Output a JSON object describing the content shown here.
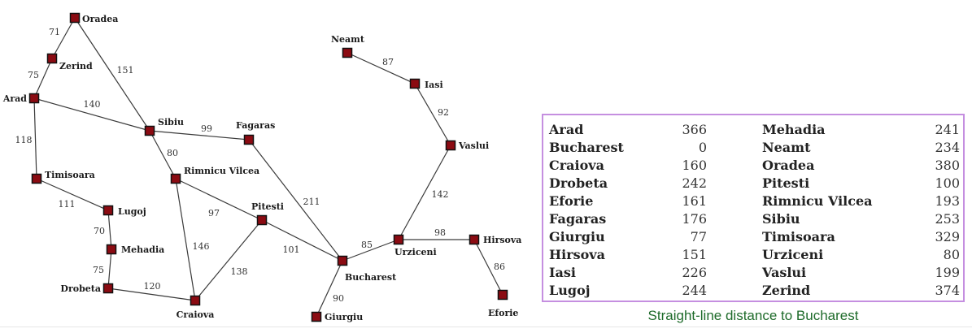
{
  "map": {
    "cities": [
      {
        "id": "oradea",
        "name": "Oradea"
      },
      {
        "id": "zerind",
        "name": "Zerind"
      },
      {
        "id": "arad",
        "name": "Arad"
      },
      {
        "id": "timisoara",
        "name": "Timisoara"
      },
      {
        "id": "lugoj",
        "name": "Lugoj"
      },
      {
        "id": "mehadia",
        "name": "Mehadia"
      },
      {
        "id": "drobeta",
        "name": "Drobeta"
      },
      {
        "id": "craiova",
        "name": "Craiova"
      },
      {
        "id": "sibiu",
        "name": "Sibiu"
      },
      {
        "id": "rimnicu",
        "name": "Rimnicu Vilcea"
      },
      {
        "id": "fagaras",
        "name": "Fagaras"
      },
      {
        "id": "pitesti",
        "name": "Pitesti"
      },
      {
        "id": "bucharest",
        "name": "Bucharest"
      },
      {
        "id": "giurgiu",
        "name": "Giurgiu"
      },
      {
        "id": "urziceni",
        "name": "Urziceni"
      },
      {
        "id": "hirsova",
        "name": "Hirsova"
      },
      {
        "id": "eforie",
        "name": "Eforie"
      },
      {
        "id": "vaslui",
        "name": "Vaslui"
      },
      {
        "id": "iasi",
        "name": "Iasi"
      },
      {
        "id": "neamt",
        "name": "Neamt"
      }
    ],
    "roads": [
      {
        "from": "oradea",
        "to": "zerind",
        "distance": "71"
      },
      {
        "from": "zerind",
        "to": "arad",
        "distance": "75"
      },
      {
        "from": "oradea",
        "to": "sibiu",
        "distance": "151"
      },
      {
        "from": "arad",
        "to": "sibiu",
        "distance": "140"
      },
      {
        "from": "arad",
        "to": "timisoara",
        "distance": "118"
      },
      {
        "from": "timisoara",
        "to": "lugoj",
        "distance": "111"
      },
      {
        "from": "lugoj",
        "to": "mehadia",
        "distance": "70"
      },
      {
        "from": "mehadia",
        "to": "drobeta",
        "distance": "75"
      },
      {
        "from": "drobeta",
        "to": "craiova",
        "distance": "120"
      },
      {
        "from": "sibiu",
        "to": "fagaras",
        "distance": "99"
      },
      {
        "from": "sibiu",
        "to": "rimnicu",
        "distance": "80"
      },
      {
        "from": "rimnicu",
        "to": "pitesti",
        "distance": "97"
      },
      {
        "from": "rimnicu",
        "to": "craiova",
        "distance": "146"
      },
      {
        "from": "craiova",
        "to": "pitesti",
        "distance": "138"
      },
      {
        "from": "fagaras",
        "to": "bucharest",
        "distance": "211"
      },
      {
        "from": "pitesti",
        "to": "bucharest",
        "distance": "101"
      },
      {
        "from": "bucharest",
        "to": "giurgiu",
        "distance": "90"
      },
      {
        "from": "bucharest",
        "to": "urziceni",
        "distance": "85"
      },
      {
        "from": "urziceni",
        "to": "hirsova",
        "distance": "98"
      },
      {
        "from": "hirsova",
        "to": "eforie",
        "distance": "86"
      },
      {
        "from": "urziceni",
        "to": "vaslui",
        "distance": "142"
      },
      {
        "from": "vaslui",
        "to": "iasi",
        "distance": "92"
      },
      {
        "from": "iasi",
        "to": "neamt",
        "distance": "87"
      }
    ]
  },
  "sld_table": {
    "left": [
      {
        "name": "Arad",
        "value": "366"
      },
      {
        "name": "Bucharest",
        "value": "0"
      },
      {
        "name": "Craiova",
        "value": "160"
      },
      {
        "name": "Drobeta",
        "value": "242"
      },
      {
        "name": "Eforie",
        "value": "161"
      },
      {
        "name": "Fagaras",
        "value": "176"
      },
      {
        "name": "Giurgiu",
        "value": "77"
      },
      {
        "name": "Hirsova",
        "value": "151"
      },
      {
        "name": "Iasi",
        "value": "226"
      },
      {
        "name": "Lugoj",
        "value": "244"
      }
    ],
    "right": [
      {
        "name": "Mehadia",
        "value": "241"
      },
      {
        "name": "Neamt",
        "value": "234"
      },
      {
        "name": "Oradea",
        "value": "380"
      },
      {
        "name": "Pitesti",
        "value": "100"
      },
      {
        "name": "Rimnicu Vilcea",
        "value": "193"
      },
      {
        "name": "Sibiu",
        "value": "253"
      },
      {
        "name": "Timisoara",
        "value": "329"
      },
      {
        "name": "Urziceni",
        "value": "80"
      },
      {
        "name": "Vaslui",
        "value": "199"
      },
      {
        "name": "Zerind",
        "value": "374"
      }
    ],
    "caption": "Straight-line distance to Bucharest"
  },
  "colors": {
    "node_fill": "#8b0b12",
    "table_border": "#c58fe0",
    "caption": "#1e6b2a"
  }
}
